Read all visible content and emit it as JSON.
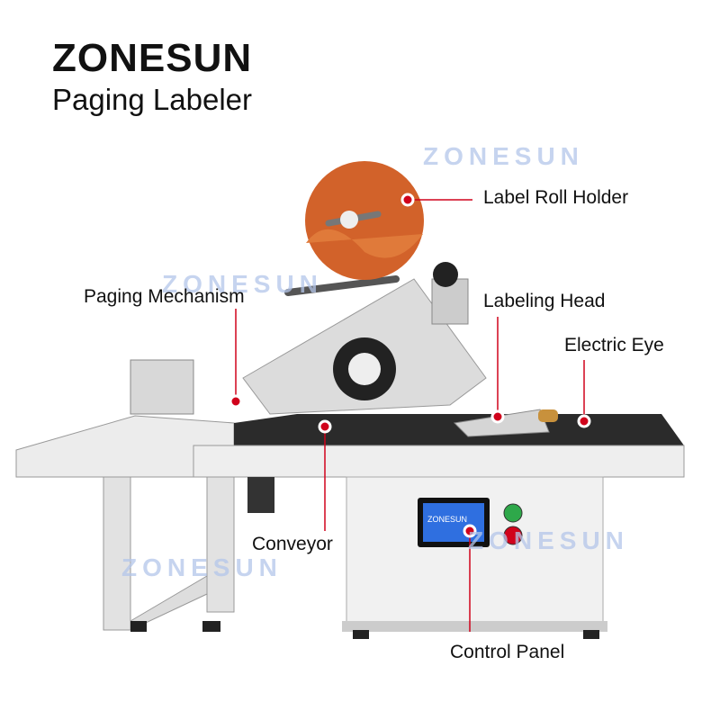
{
  "header": {
    "brand": "ZONESUN",
    "title": "Paging Labeler"
  },
  "watermark": "ZONESUN",
  "screen_logo": "ZONESUN",
  "callouts": {
    "label_roll_holder": "Label Roll Holder",
    "paging_mechanism": "Paging Mechanism",
    "labeling_head": "Labeling Head",
    "electric_eye": "Electric Eye",
    "conveyor": "Conveyor",
    "control_panel": "Control Panel"
  },
  "colors": {
    "callout": "#d0021b",
    "roll_holder": "#d2622a",
    "frame": "#e4e4e4",
    "belt": "#2b2b2b"
  }
}
